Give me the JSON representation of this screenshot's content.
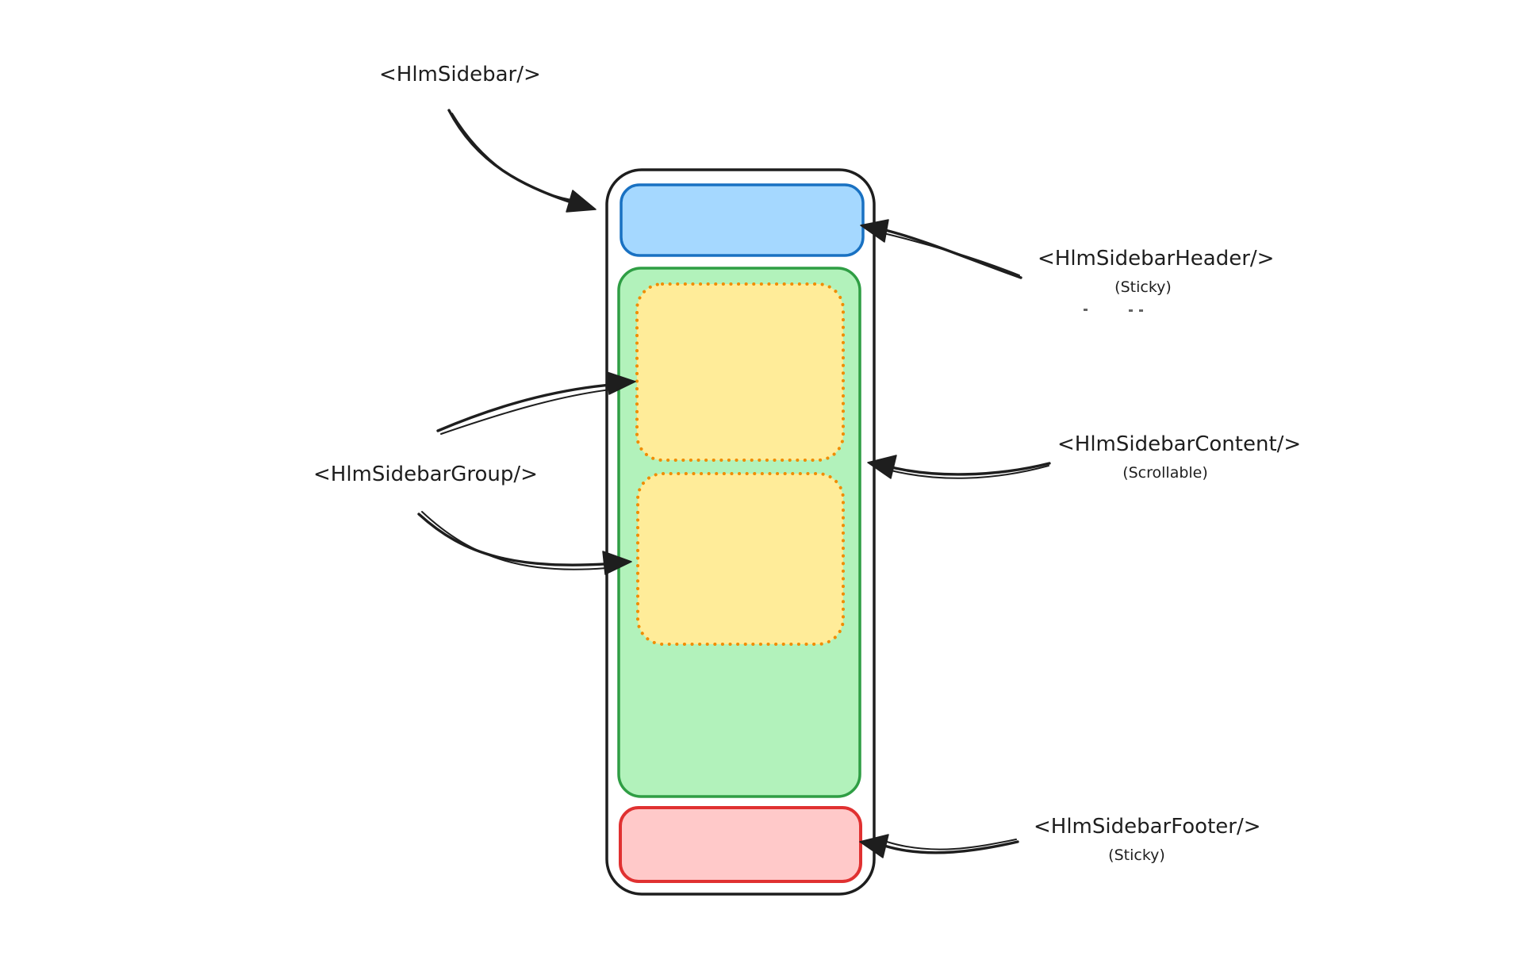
{
  "diagram": {
    "kind": "hand-drawn component anatomy diagram",
    "subject": "Hlm sidebar component structure"
  },
  "labels": {
    "sidebar": {
      "text": "<HlmSidebar/>"
    },
    "header": {
      "text": "<HlmSidebarHeader/>",
      "subtext": "(Sticky)"
    },
    "group": {
      "text": "<HlmSidebarGroup/>"
    },
    "content": {
      "text": "<HlmSidebarContent/>",
      "subtext": "(Scrollable)"
    },
    "footer": {
      "text": "<HlmSidebarFooter/>",
      "subtext": "(Sticky)"
    }
  },
  "palette": {
    "ink": "#1e1e1e",
    "container_fill": "#ffffff",
    "header_stroke": "#1971c2",
    "header_fill": "#a5d8ff",
    "content_stroke": "#2f9e44",
    "content_fill": "#b2f2bb",
    "group_stroke": "#f08c00",
    "group_fill": "#ffec99",
    "footer_stroke": "#e03131",
    "footer_fill": "#ffc9c9"
  }
}
